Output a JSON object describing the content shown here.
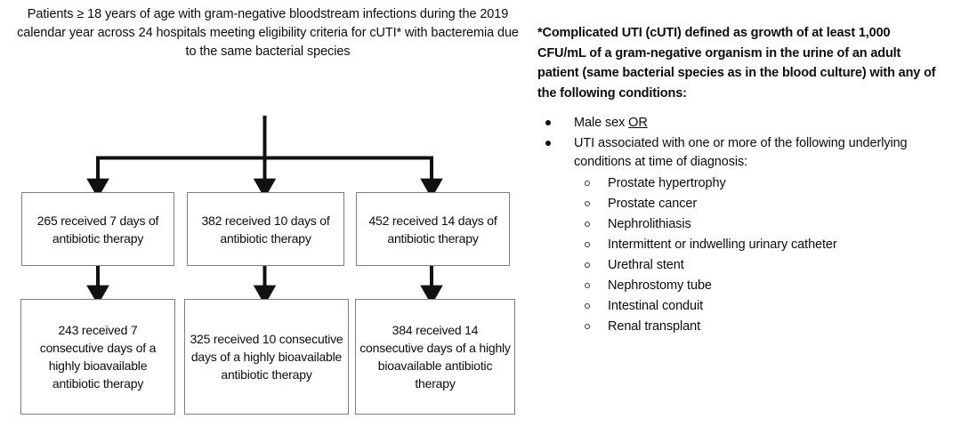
{
  "flowchart": {
    "intro": "Patients ≥ 18 years of age with gram-negative bloodstream infections during the 2019 calendar year across 24 hospitals meeting eligibility criteria for cUTI* with bacteremia due to the same bacterial species",
    "middle_row": [
      {
        "id": "7day",
        "text": "265 received 7 days of antibiotic therapy",
        "count": 265,
        "days": 7
      },
      {
        "id": "10day",
        "text": "382 received 10 days of antibiotic therapy",
        "count": 382,
        "days": 10
      },
      {
        "id": "14day",
        "text": "452 received 14 days of antibiotic therapy",
        "count": 452,
        "days": 14
      }
    ],
    "bottom_row": [
      {
        "id": "7day-consec",
        "text": "243 received 7 consecutive days of a highly bioavailable antibiotic therapy",
        "count": 243,
        "days": 7
      },
      {
        "id": "10day-consec",
        "text": "325 received 10 consecutive days of a highly bioavailable antibiotic therapy",
        "count": 325,
        "days": 10
      },
      {
        "id": "14day-consec",
        "text": "384 received 14 consecutive days of a highly bioavailable antibiotic therapy",
        "count": 384,
        "days": 14
      }
    ]
  },
  "definition": {
    "heading": "*Complicated UTI (cUTI) defined as growth of at least 1,000 CFU/mL of a gram-negative organism in the urine of an adult patient (same bacterial species as in the blood culture) with any of the following conditions:",
    "bullets": [
      {
        "text_before": "Male sex ",
        "underlined": "OR",
        "text_after": ""
      },
      {
        "text_before": "UTI associated with one or more of the following underlying conditions at time of diagnosis:",
        "underlined": "",
        "text_after": ""
      }
    ],
    "sub_conditions": [
      "Prostate hypertrophy",
      "Prostate cancer",
      "Nephrolithiasis",
      "Intermittent or indwelling urinary catheter",
      "Urethral stent",
      "Nephrostomy tube",
      "Intestinal conduit",
      "Renal transplant"
    ]
  },
  "colors": {
    "text": "#0d0d0d",
    "box_border": "#7f7f7f",
    "connector": "#111111",
    "background": "#ffffff"
  }
}
